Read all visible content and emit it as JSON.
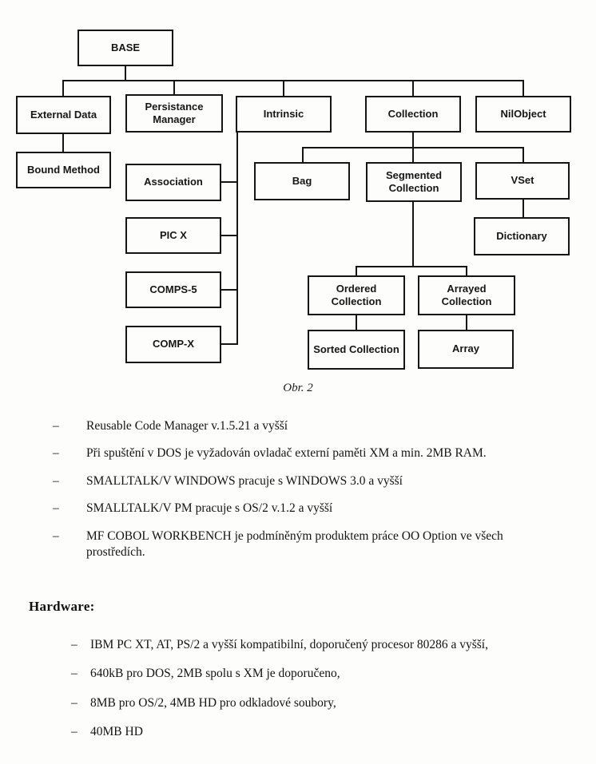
{
  "diagram": {
    "nodes": {
      "base": {
        "label": "BASE"
      },
      "external_data": {
        "label": "External Data"
      },
      "persistance_manager": {
        "label": "Persistance Manager"
      },
      "intrinsic": {
        "label": "Intrinsic"
      },
      "collection": {
        "label": "Collection"
      },
      "nilobject": {
        "label": "NilObject"
      },
      "bound_method": {
        "label": "Bound Method"
      },
      "association": {
        "label": "Association"
      },
      "pic_x": {
        "label": "PIC X"
      },
      "comps_5": {
        "label": "COMPS-5"
      },
      "comp_x": {
        "label": "COMP-X"
      },
      "bag": {
        "label": "Bag"
      },
      "segmented_collection": {
        "label": "Segmented Collection"
      },
      "vset": {
        "label": "VSet"
      },
      "dictionary": {
        "label": "Dictionary"
      },
      "ordered_collection": {
        "label": "Ordered Collection"
      },
      "arrayed_collection": {
        "label": "Arrayed Collection"
      },
      "sorted_collection": {
        "label": "Sorted Collection"
      },
      "array": {
        "label": "Array"
      }
    },
    "caption": "Obr. 2"
  },
  "notes": {
    "dash": "–",
    "items": [
      "Reusable Code Manager v.1.5.21 a vyšší",
      "Při spuštění v DOS je vyžadován ovladač externí paměti XM a min. 2MB RAM.",
      "SMALLTALK/V WINDOWS pracuje s WINDOWS 3.0 a vyšší",
      "SMALLTALK/V PM pracuje s OS/2 v.1.2 a vyšší",
      "MF COBOL WORKBENCH je podmíněným produktem práce OO Option ve všech prostředích."
    ]
  },
  "hardware": {
    "heading": "Hardware:",
    "dash": "–",
    "items": [
      "IBM PC XT, AT, PS/2 a vyšší kompatibilní, doporučený procesor 80286 a vyšší,",
      "640kB pro DOS, 2MB spolu s XM je doporučeno,",
      "8MB pro OS/2, 4MB HD pro odkladové soubory,",
      "40MB HD"
    ]
  }
}
